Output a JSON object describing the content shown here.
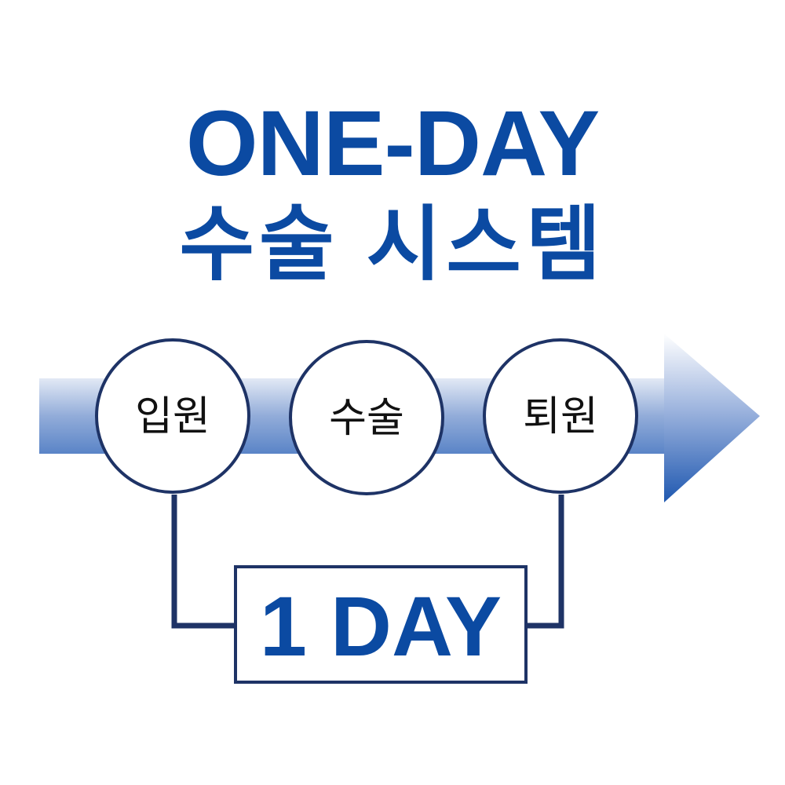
{
  "title": {
    "line1": "ONE-DAY",
    "line2": "수술 시스템"
  },
  "steps": [
    {
      "label": "입원"
    },
    {
      "label": "수술"
    },
    {
      "label": "퇴원"
    }
  ],
  "duration_box": {
    "label": "1 DAY"
  },
  "colors": {
    "brand_blue": "#0b4aa2",
    "navy_outline": "#1e3366",
    "arrow_light": "#dfe7f4",
    "arrow_dark": "#1f58b0"
  },
  "icons": {
    "arrow": "right-arrow-gradient"
  }
}
